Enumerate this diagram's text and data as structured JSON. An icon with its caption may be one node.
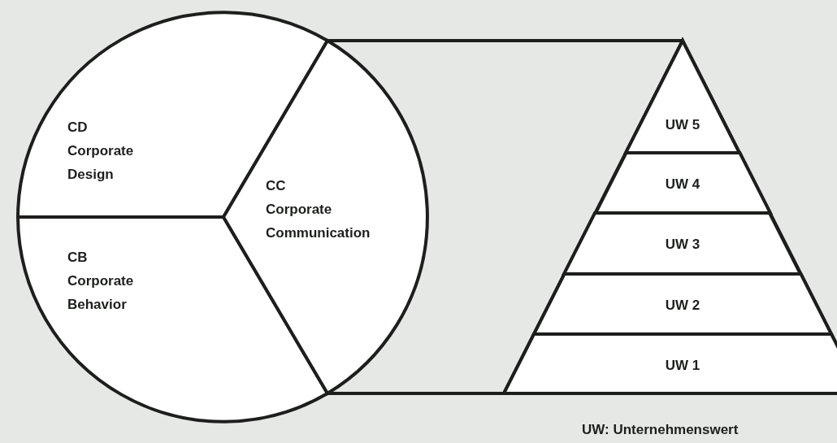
{
  "diagram": {
    "nodes": [
      {
        "text": [
          "CD",
          "Corporate Design"
        ]
      },
      {
        "text": [
          "CB",
          "Corporate Behavior"
        ]
      },
      {
        "text": [
          "CC",
          "Corporate Communication"
        ]
      },
      {
        "text": [],
        "shape": "triangle"
      },
      {
        "text": [
          "UW 5"
        ],
        "in": 3
      },
      {
        "text": [
          "UW 4"
        ],
        "in": 3
      },
      {
        "text": [
          "UW 3"
        ],
        "in": 3
      },
      {
        "text": [
          "UW 2"
        ],
        "in": 3
      },
      {
        "text": [
          "UW 1"
        ],
        "in": 3
      }
    ],
    "edges": [
      {
        "from": 2,
        "to": 3,
        "arrow": "none"
      },
      {
        "from": 2,
        "to": 3,
        "arrow": "none"
      }
    ],
    "labels": [
      "UW: Unternehmenswert"
    ]
  }
}
